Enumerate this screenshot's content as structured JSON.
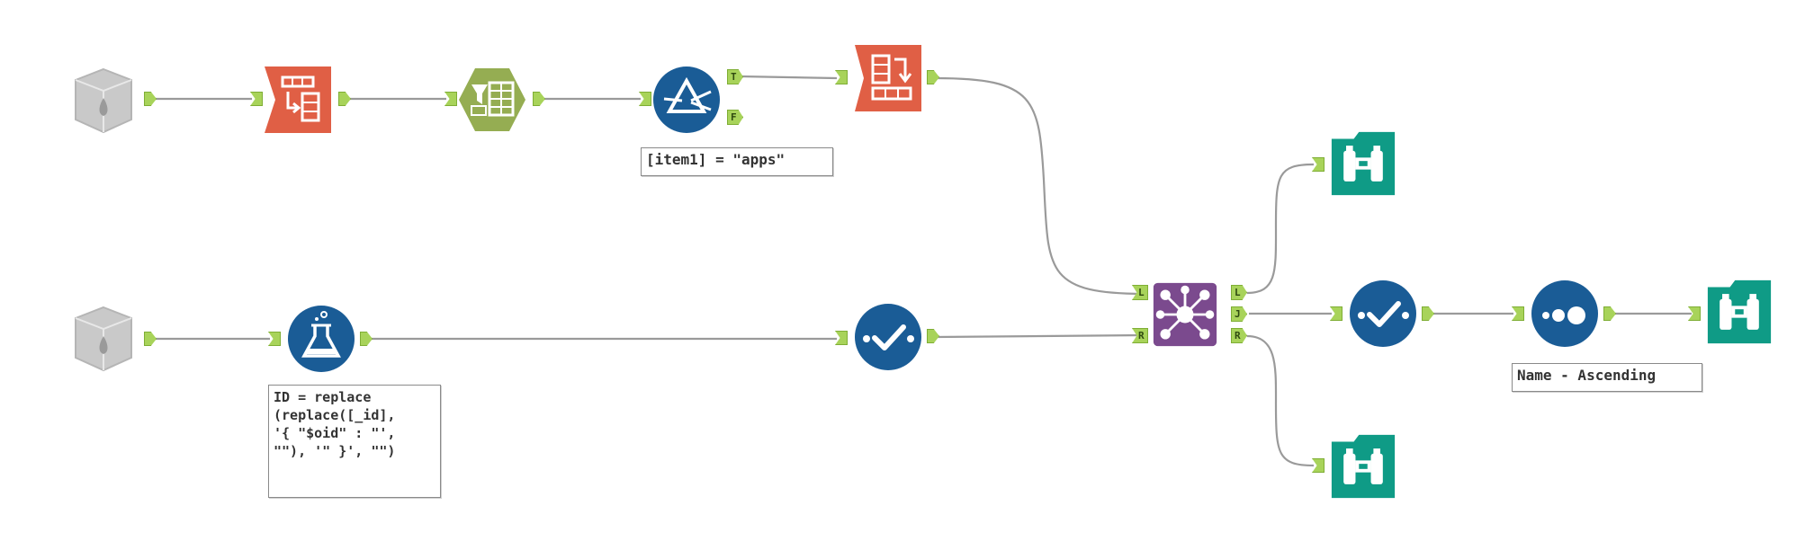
{
  "colors": {
    "input_gray": "#c9c9c9",
    "prep_green": "#95ad52",
    "transform_orange": "#e05f45",
    "blue": "#1a5c96",
    "join_purple": "#7b4a8e",
    "browse_teal": "#0f9b86",
    "anchor_green": "#a8d35a",
    "connector": "#9a9a9a"
  },
  "tools": [
    {
      "id": "input-1",
      "type": "input",
      "icon": "input-data-icon"
    },
    {
      "id": "text-to-columns",
      "type": "parse",
      "icon": "text-to-columns-icon"
    },
    {
      "id": "select-1",
      "type": "preparation",
      "icon": "select-icon"
    },
    {
      "id": "filter",
      "type": "preparation",
      "icon": "filter-icon"
    },
    {
      "id": "transpose",
      "type": "transform",
      "icon": "transpose-icon"
    },
    {
      "id": "input-2",
      "type": "input",
      "icon": "input-data-icon"
    },
    {
      "id": "formula",
      "type": "preparation",
      "icon": "formula-icon"
    },
    {
      "id": "select-2",
      "type": "preparation",
      "icon": "select-check-icon"
    },
    {
      "id": "join",
      "type": "join",
      "icon": "join-icon"
    },
    {
      "id": "browse-left",
      "type": "browse",
      "icon": "binoculars-icon"
    },
    {
      "id": "select-3",
      "type": "preparation",
      "icon": "select-check-icon"
    },
    {
      "id": "sort",
      "type": "preparation",
      "icon": "sort-icon"
    },
    {
      "id": "browse-join",
      "type": "browse",
      "icon": "binoculars-icon"
    },
    {
      "id": "browse-right",
      "type": "browse",
      "icon": "binoculars-icon"
    }
  ],
  "anchor_labels": {
    "filter_true": "T",
    "filter_false": "F",
    "join_left_in": "L",
    "join_right_in": "R",
    "join_left_out": "L",
    "join_join_out": "J",
    "join_right_out": "R"
  },
  "annotations": {
    "filter": "[item1] = \"apps\"",
    "formula": "ID = replace\n(replace([_id],\n'{ \"$oid\" : \"',\n\"\"), '\" }', \"\")",
    "sort": "Name - Ascending"
  }
}
